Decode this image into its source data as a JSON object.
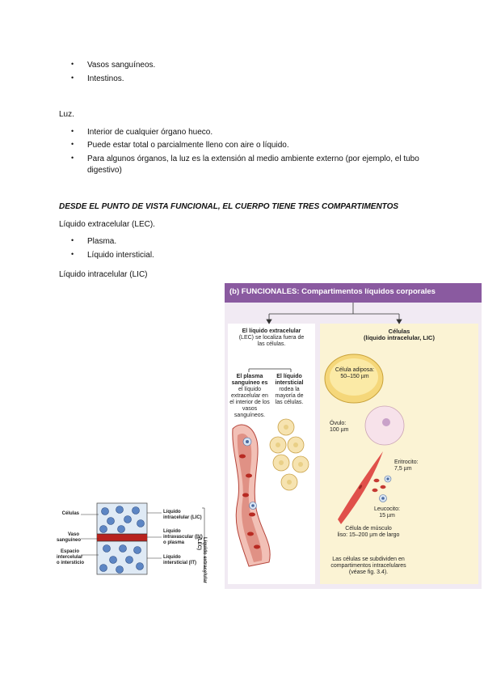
{
  "list1": [
    "Vasos sanguíneos.",
    "Intestinos."
  ],
  "luz": {
    "title": "Luz.",
    "items": [
      "Interior de cualquier órgano hueco.",
      "Puede estar total o parcialmente lleno con aire o líquido."
    ],
    "item3_line1": "Para algunos órganos, la luz es la extensión al medio ambiente externo (por ejemplo, el tubo",
    "item3_line2": "digestivo)"
  },
  "heading": "DESDE EL PUNTO DE VISTA FUNCIONAL, EL CUERPO TIENE TRES COMPARTIMENTOS",
  "lec": {
    "title": "Líquido extracelular (LEC).",
    "items": [
      "Plasma.",
      "Líquido intersticial."
    ]
  },
  "lic_title": "Líquido intracelular (LIC)",
  "small_diagram": {
    "left": [
      "Células",
      "Vaso",
      "sanguíneo",
      "Espacio",
      "intercelular",
      "o intersticio"
    ],
    "right": [
      "Líquido",
      "intracelular (LIC)",
      "Líquido",
      "intravascular (IV)",
      "o plasma",
      "Líquido",
      "intersticial (IT)"
    ],
    "vertical_1": "Líquido extracelular",
    "vertical_2": "(LEC)"
  },
  "figure": {
    "title": "(b) FUNCIONALES: Compartimentos líquidos corporales",
    "lec_1": "El líquido extracelular",
    "lec_2": "(LEC) se localiza fuera de",
    "lec_3": "las células.",
    "plasma": [
      "El plasma",
      "sanguíneo es",
      "el líquido",
      "extracelular en",
      "el interior de los",
      "vasos",
      "sanguíneos."
    ],
    "inter": [
      "El líquido",
      "intersticial",
      "rodea la",
      "mayoría de",
      "las células."
    ],
    "cells_1": "Células",
    "cells_2": "(líquido intracelular, LIC)",
    "adipose": [
      "Célula adiposa:",
      "50–150 µm"
    ],
    "ovulo": [
      "Óvulo:",
      "100 µm"
    ],
    "eritro": [
      "Eritrocito:",
      "7,5 µm"
    ],
    "leuco": [
      "Leucocito:",
      "15 µm"
    ],
    "musculo": [
      "Célula de músculo",
      "liso: 15–200 µm de largo"
    ],
    "footer": [
      "Las células se subdividen en",
      "compartimentos intracelulares",
      "(véase fig. 3.4)."
    ]
  }
}
